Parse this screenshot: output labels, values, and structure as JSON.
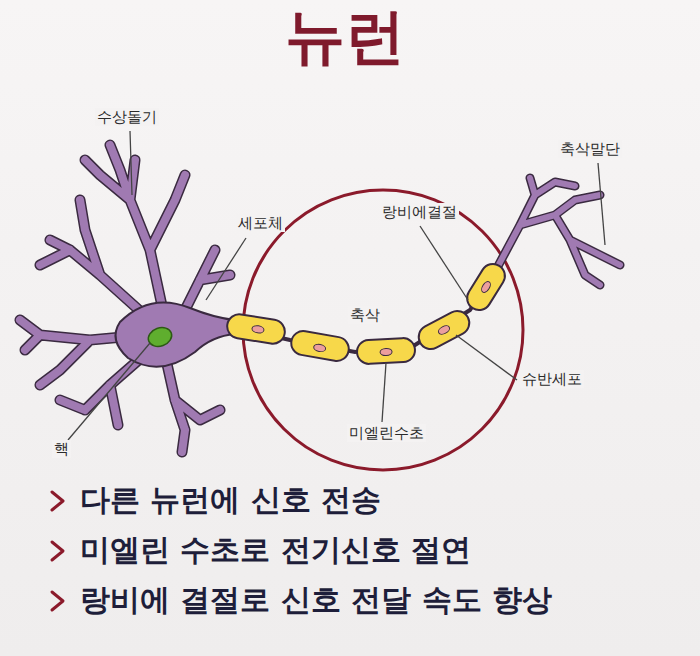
{
  "diagram": {
    "title": "뉴런",
    "labels": [
      "수상돌기",
      "축삭말단",
      "세포체",
      "랑비에결절",
      "축삭",
      "슈반세포",
      "미엘린수초",
      "핵",
      "다른 뉴런에 신호 전송",
      "미엘린 수초로 전기신호 절연",
      "랑비에 결절로 신호 전달 속도 향상"
    ]
  }
}
